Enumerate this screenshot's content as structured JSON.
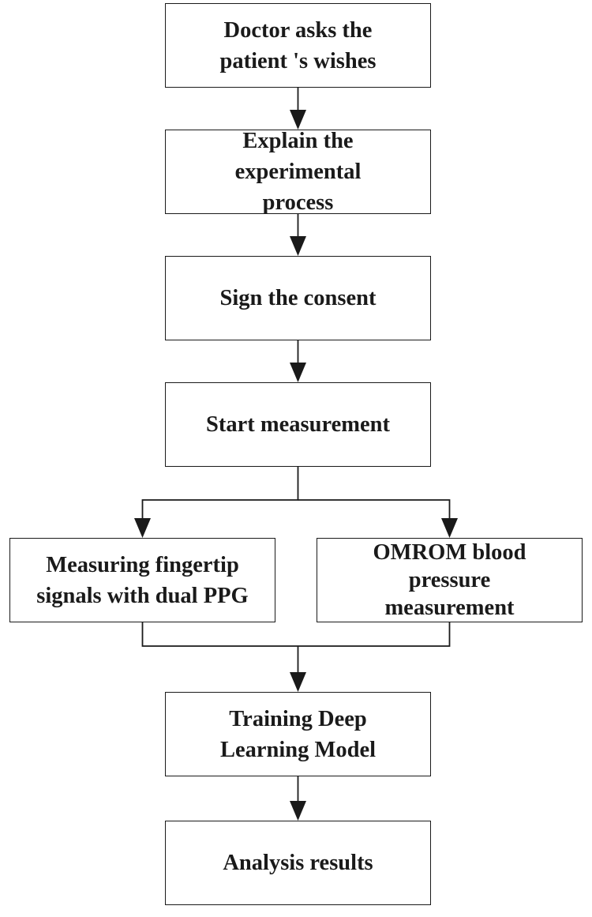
{
  "flowchart": {
    "steps": {
      "doctor_asks": "Doctor asks the patient 's wishes",
      "explain": "Explain the experimental process",
      "consent": "Sign the consent",
      "start": "Start measurement",
      "ppg": "Measuring fingertip signals with dual PPG",
      "omron": "OMROM  blood pressure measurement",
      "training": "Training Deep Learning Model",
      "analysis": "Analysis results"
    },
    "edges": [
      {
        "from": "doctor_asks",
        "to": "explain"
      },
      {
        "from": "explain",
        "to": "consent"
      },
      {
        "from": "consent",
        "to": "start"
      },
      {
        "from": "start",
        "to": "ppg"
      },
      {
        "from": "start",
        "to": "omron"
      },
      {
        "from": "ppg",
        "to": "training"
      },
      {
        "from": "omron",
        "to": "training"
      },
      {
        "from": "training",
        "to": "analysis"
      }
    ],
    "line_color": "#1a1a1a"
  }
}
